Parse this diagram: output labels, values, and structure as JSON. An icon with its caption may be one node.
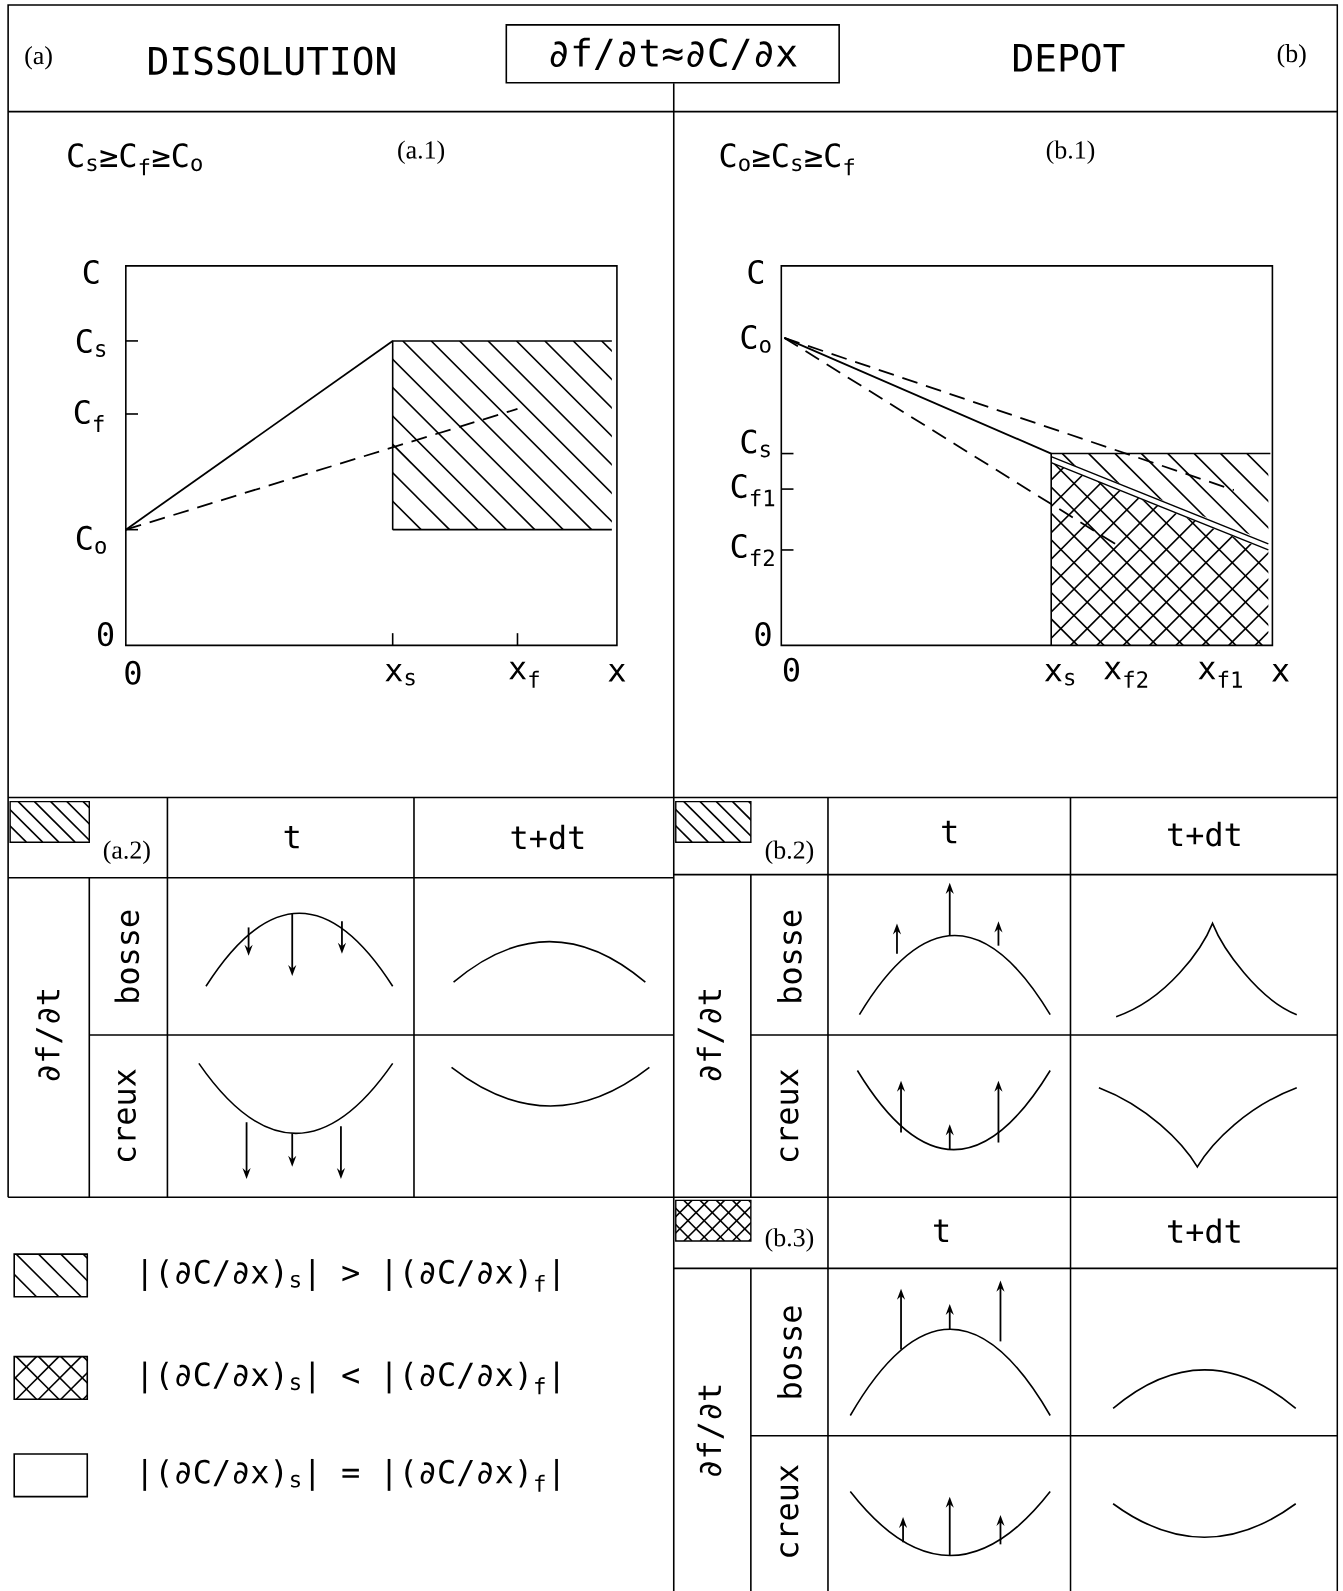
{
  "diagram": {
    "nodes": [
      {
        "text": [
          "∂f/∂t≈∂C/∂x"
        ]
      }
    ],
    "labels": [
      "(a)",
      "DISSOLUTION",
      "DEPOT",
      "(b)",
      "C$_{s}$≥C$_{f}$≥C$_{o}$",
      "(a.1)",
      "C$_{o}$≥C$_{s}$≥C$_{f}$",
      "(b.1)",
      "C",
      "C$_{s}$",
      "C$_{f}$",
      "C$_{o}$",
      "0",
      "0",
      "x$_{s}$",
      "x$_{f}$",
      "x",
      "C",
      "C$_{o}$",
      "C$_{s}$",
      "C$_{f1}$",
      "C$_{f2}$",
      "0",
      "0",
      "x$_{s}$",
      "x$_{f2}$",
      "x$_{f1}$",
      "x",
      "(a.2)",
      "t",
      "t+dt",
      "∂f/∂t",
      "bosse",
      "creux",
      "(b.2)",
      "t",
      "t+dt",
      "∂f/∂t",
      "bosse",
      "creux",
      "(b.3)",
      "t",
      "t+dt",
      "∂f/∂t",
      "bosse",
      "creux"
    ],
    "legend": [
      {
        "text": "|(∂C/∂x)$_{s}$| > |(∂C/∂x)$_{f}$|"
      },
      {
        "text": "|(∂C/∂x)$_{s}$| < |(∂C/∂x)$_{f}$|"
      },
      {
        "text": "|(∂C/∂x)$_{s}$| = |(∂C/∂x)$_{f}$|"
      }
    ]
  }
}
